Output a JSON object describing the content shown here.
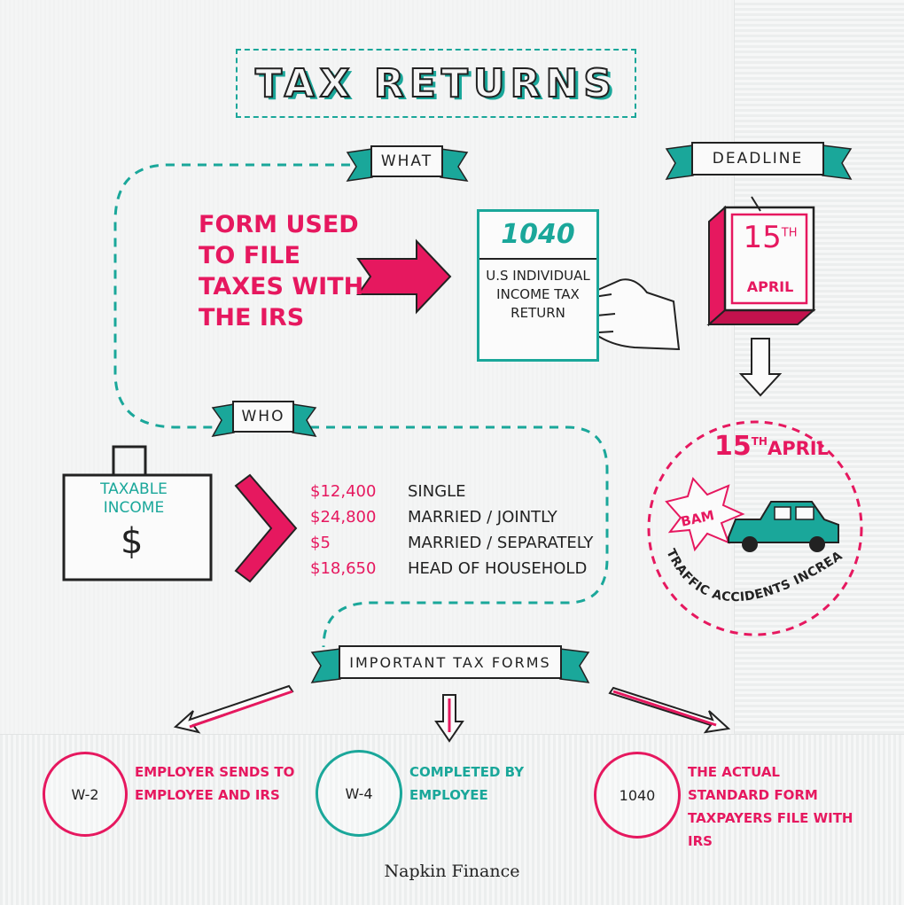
{
  "title": "TAX RETURNS",
  "sections": {
    "what": {
      "label": "WHAT",
      "description": "FORM USED TO FILE TAXES WITH THE IRS",
      "form_number": "1040",
      "form_title": "U.S INDIVIDUAL INCOME TAX RETURN"
    },
    "deadline": {
      "label": "DEADLINE",
      "day": "15",
      "day_suffix": "TH",
      "month": "APRIL",
      "circle_day": "15",
      "circle_suffix": "TH",
      "circle_month": "APRIL",
      "bam": "BAM",
      "fact": "TRAFFIC ACCIDENTS INCREASE"
    },
    "who": {
      "label": "WHO",
      "case_label": "TAXABLE INCOME",
      "currency_symbol": "$",
      "thresholds": [
        {
          "amount": "$12,400",
          "status": "SINGLE"
        },
        {
          "amount": "$24,800",
          "status": "MARRIED / JOINTLY"
        },
        {
          "amount": "$5",
          "status": "MARRIED / SEPARATELY"
        },
        {
          "amount": "$18,650",
          "status": "HEAD OF HOUSEHOLD"
        }
      ]
    },
    "forms": {
      "label": "IMPORTANT TAX FORMS",
      "items": [
        {
          "name": "W-2",
          "description": "EMPLOYER SENDS TO EMPLOYEE AND IRS",
          "color": "#e6185f"
        },
        {
          "name": "W-4",
          "description": "COMPLETED BY EMPLOYEE",
          "color": "#1aa79a"
        },
        {
          "name": "1040",
          "description": "THE ACTUAL STANDARD FORM TAXPAYERS FILE WITH IRS",
          "color": "#e6185f"
        }
      ]
    }
  },
  "footer": "Napkin Finance",
  "colors": {
    "pink": "#e6185f",
    "teal": "#1aa79a",
    "ink": "#222222"
  }
}
